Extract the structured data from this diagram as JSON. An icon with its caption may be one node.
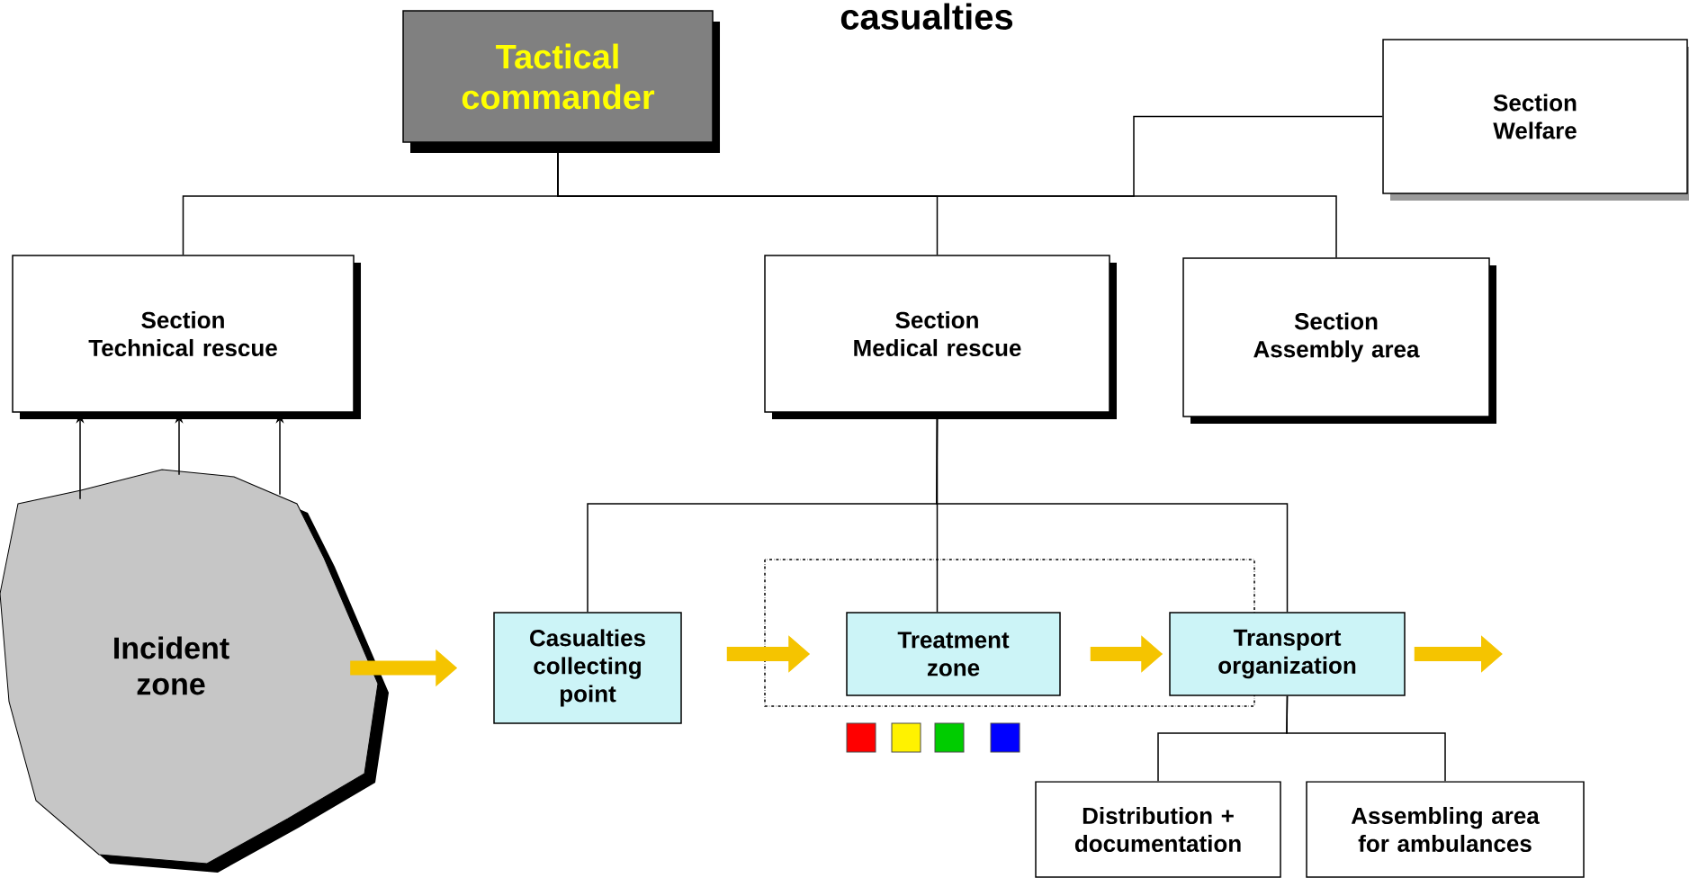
{
  "diagram": {
    "title": "casualties",
    "nodes": [
      {
        "text": [
          "Tactical commander"
        ]
      },
      {
        "text": [
          "Section",
          "Welfare"
        ]
      },
      {
        "text": [
          "Section",
          "Technical rescue"
        ]
      },
      {
        "text": [
          "Section",
          "Medical rescue"
        ]
      },
      {
        "text": [
          "Section",
          "Assembly area"
        ]
      },
      {
        "text": [
          "Incident zone"
        ]
      },
      {
        "text": [
          "Casualties collecting point"
        ]
      },
      {
        "text": [
          "Treatment zone"
        ]
      },
      {
        "text": [
          "Transport organization"
        ]
      },
      {
        "text": [
          "Distribution + documentation"
        ]
      },
      {
        "text": [
          "Assembling area for ambulances"
        ]
      }
    ],
    "edges": [
      {
        "from": 0,
        "to": 2,
        "arrow": "none"
      },
      {
        "from": 0,
        "to": 3,
        "arrow": "none"
      },
      {
        "from": 0,
        "to": 4,
        "arrow": "none"
      },
      {
        "from": 0,
        "to": 1,
        "arrow": "none"
      },
      {
        "from": 3,
        "to": 6,
        "arrow": "none"
      },
      {
        "from": 3,
        "to": 7,
        "arrow": "none"
      },
      {
        "from": 3,
        "to": 8,
        "arrow": "none"
      },
      {
        "from": 8,
        "to": 9,
        "arrow": "none"
      },
      {
        "from": 8,
        "to": 10,
        "arrow": "none"
      },
      {
        "from": 5,
        "to": 2,
        "arrow": "to"
      },
      {
        "from": 5,
        "to": 2,
        "arrow": "to"
      },
      {
        "from": 5,
        "to": 2,
        "arrow": "to"
      },
      {
        "from": 5,
        "to": 6,
        "arrow": "to",
        "style": "thick",
        "color": "#f5c400"
      },
      {
        "from": 6,
        "to": 7,
        "arrow": "to",
        "style": "thick",
        "color": "#f5c400"
      },
      {
        "from": 7,
        "to": 8,
        "arrow": "to",
        "style": "thick",
        "color": "#f5c400"
      },
      {
        "from": 8,
        "to": null,
        "arrow": "to",
        "style": "thick",
        "color": "#f5c400"
      }
    ]
  }
}
